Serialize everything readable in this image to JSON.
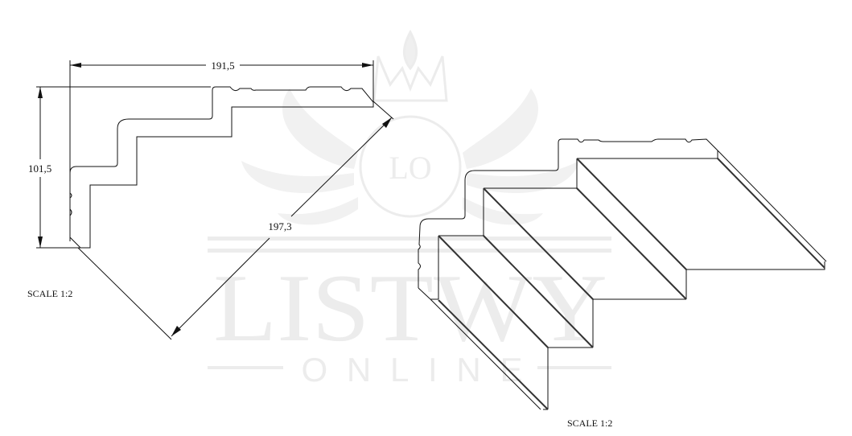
{
  "watermark": {
    "monogram": "LO",
    "brand": "LISTWY",
    "sub": "ONLINE",
    "color": "#ececec"
  },
  "profile_view": {
    "width_dimension": "191,5",
    "height_dimension": "101,5",
    "diagonal_dimension": "197,3",
    "scale_label": "SCALE  1:2"
  },
  "iso_view": {
    "scale_label": "SCALE  1:2"
  }
}
